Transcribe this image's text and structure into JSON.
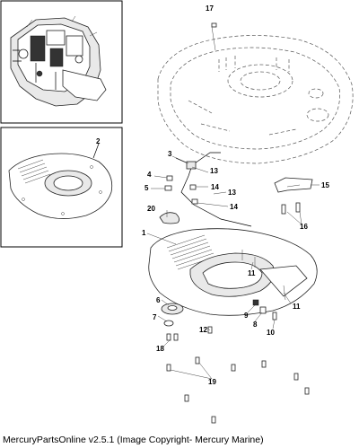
{
  "callouts": [
    {
      "id": "c1",
      "label": "1"
    },
    {
      "id": "c2",
      "label": "2"
    },
    {
      "id": "c3",
      "label": "3"
    },
    {
      "id": "c4",
      "label": "4"
    },
    {
      "id": "c5",
      "label": "5"
    },
    {
      "id": "c6",
      "label": "6"
    },
    {
      "id": "c7",
      "label": "7"
    },
    {
      "id": "c8",
      "label": "8"
    },
    {
      "id": "c9",
      "label": "9"
    },
    {
      "id": "c10",
      "label": "10"
    },
    {
      "id": "c11a",
      "label": "11"
    },
    {
      "id": "c11b",
      "label": "11"
    },
    {
      "id": "c12",
      "label": "12"
    },
    {
      "id": "c13a",
      "label": "13"
    },
    {
      "id": "c13b",
      "label": "13"
    },
    {
      "id": "c14a",
      "label": "14"
    },
    {
      "id": "c14b",
      "label": "14"
    },
    {
      "id": "c15",
      "label": "15"
    },
    {
      "id": "c16",
      "label": "16"
    },
    {
      "id": "c17",
      "label": "17"
    },
    {
      "id": "c18",
      "label": "18"
    },
    {
      "id": "c19",
      "label": "19"
    },
    {
      "id": "c20",
      "label": "20"
    }
  ],
  "footer": {
    "text": "MercuryPartsOnline v2.5.1 (Image Copyright- Mercury Marine)"
  }
}
